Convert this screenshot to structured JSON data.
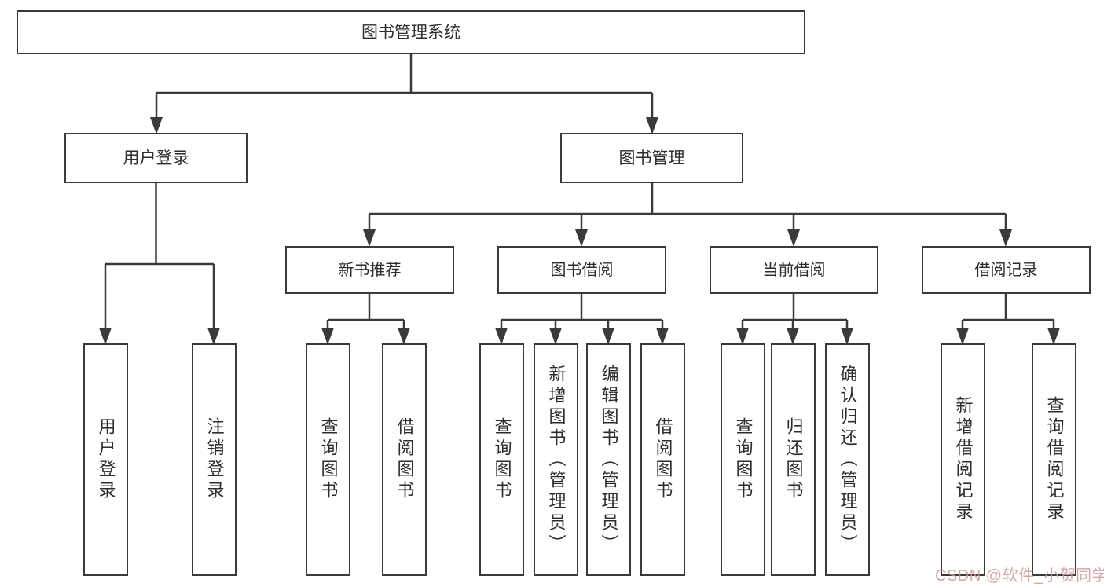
{
  "diagram_title": "图书管理系统",
  "tree": {
    "root": {
      "label": "图书管理系统"
    },
    "children": [
      {
        "label": "用户登录",
        "children": [
          {
            "label": "用户登录"
          },
          {
            "label": "注销登录"
          }
        ]
      },
      {
        "label": "图书管理",
        "children": [
          {
            "label": "新书推荐",
            "children": [
              {
                "label": "查询图书"
              },
              {
                "label": "借阅图书"
              }
            ]
          },
          {
            "label": "图书借阅",
            "children": [
              {
                "label": "查询图书"
              },
              {
                "label": "新增图书（管理员）"
              },
              {
                "label": "编辑图书（管理员）"
              },
              {
                "label": "借阅图书"
              }
            ]
          },
          {
            "label": "当前借阅",
            "children": [
              {
                "label": "查询图书"
              },
              {
                "label": "归还图书"
              },
              {
                "label": "确认归还（管理员）"
              }
            ]
          },
          {
            "label": "借阅记录",
            "children": [
              {
                "label": "新增借阅记录"
              },
              {
                "label": "查询借阅记录"
              }
            ]
          }
        ]
      }
    ]
  },
  "watermark": {
    "text": "CSDN @软件_小贺同学",
    "color": "#cd9696"
  },
  "colors": {
    "line": "#3a3a3a",
    "box_border": "#3a3a3a",
    "text": "#2d2d2d",
    "background": "#ffffff"
  }
}
